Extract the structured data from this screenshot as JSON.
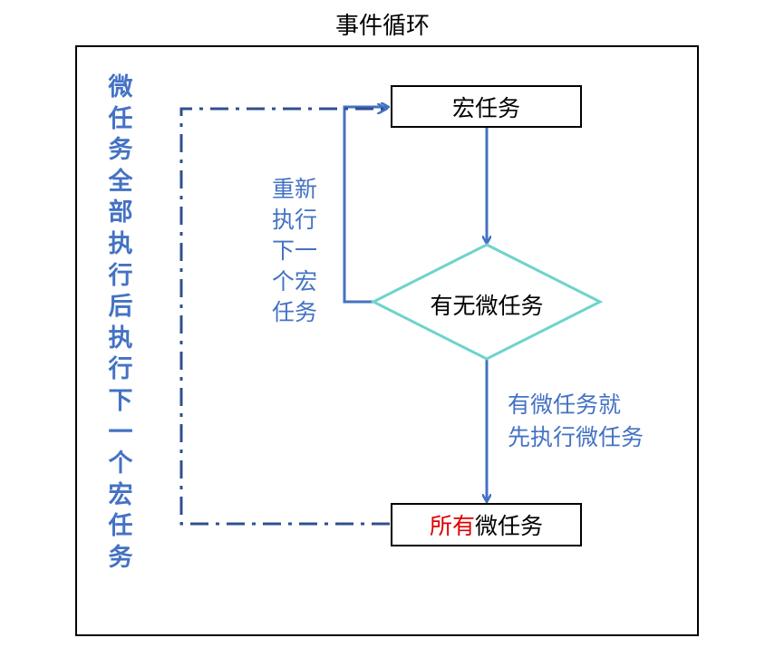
{
  "title": "事件循环",
  "nodes": {
    "macro_task": "宏任务",
    "decision": "有无微任务",
    "all_micro_prefix": "所有",
    "all_micro_suffix": "微任务"
  },
  "labels": {
    "left_vertical": "微任务全部执行后执行下一个宏任务",
    "rerun": "重新执行下一个宏任务",
    "run_micro_line1": "有微任务就",
    "run_micro_line2": "先执行微任务"
  },
  "colors": {
    "arrow": "#4472C4",
    "dashed_line": "#2F4F8F",
    "diamond_stroke": "#6ED3CC",
    "highlight": "#E00000"
  }
}
